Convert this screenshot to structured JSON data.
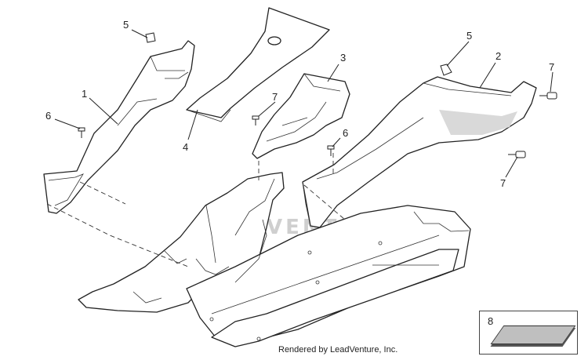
{
  "callouts": {
    "c1": "1",
    "c2": "2",
    "c3": "3",
    "c4": "4",
    "c5a": "5",
    "c5b": "5",
    "c6a": "6",
    "c6b": "6",
    "c7a": "7",
    "c7b": "7",
    "c7c": "7",
    "c8": "8"
  },
  "watermark": "LEADVENTURE",
  "credit": "Rendered by LeadVenture, Inc."
}
